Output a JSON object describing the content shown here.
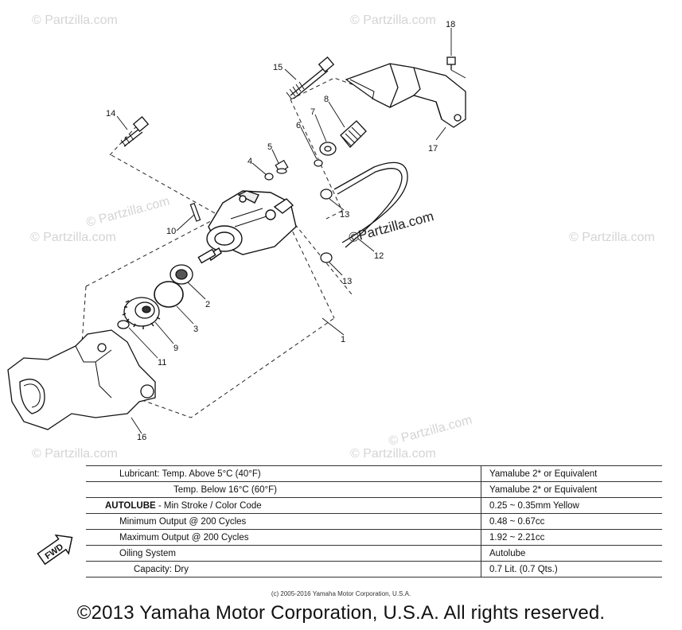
{
  "callouts": {
    "c1": "1",
    "c2": "2",
    "c3": "3",
    "c4": "4",
    "c5": "5",
    "c6": "6",
    "c7": "7",
    "c8": "8",
    "c9": "9",
    "c10": "10",
    "c11": "11",
    "c12": "12",
    "c13a": "13",
    "c13b": "13",
    "c14": "14",
    "c15": "15",
    "c16": "16",
    "c17": "17",
    "c18": "18"
  },
  "watermark": {
    "text": "© Partzilla.com",
    "center_text": "©Partzilla.com"
  },
  "fwd_label": "FWD",
  "spec_table": {
    "rows": [
      {
        "label": "Lubricant: Temp. Above 5°C (40°F)",
        "value": "Yamalube 2* or Equivalent"
      },
      {
        "label": "Temp. Below 16°C (60°F)",
        "value": "Yamalube 2* or Equivalent"
      },
      {
        "label_bold": "AUTOLUBE",
        "label": " - Min Stroke / Color Code",
        "value": "0.25 ~ 0.35mm Yellow"
      },
      {
        "label": "Minimum Output @ 200 Cycles",
        "value": "0.48 ~ 0.67cc"
      },
      {
        "label": "Maximum Output @ 200 Cycles",
        "value": "1.92 ~ 2.21cc"
      },
      {
        "label": "Oiling System",
        "value": "Autolube"
      },
      {
        "label": "Capacity: Dry",
        "value": "0.7 Lit. (0.7 Qts.)"
      }
    ]
  },
  "small_copyright": "(c) 2005-2016 Yamaha Motor Corporation, U.S.A.",
  "copyright": "©2013 Yamaha Motor Corporation, U.S.A. All rights reserved."
}
